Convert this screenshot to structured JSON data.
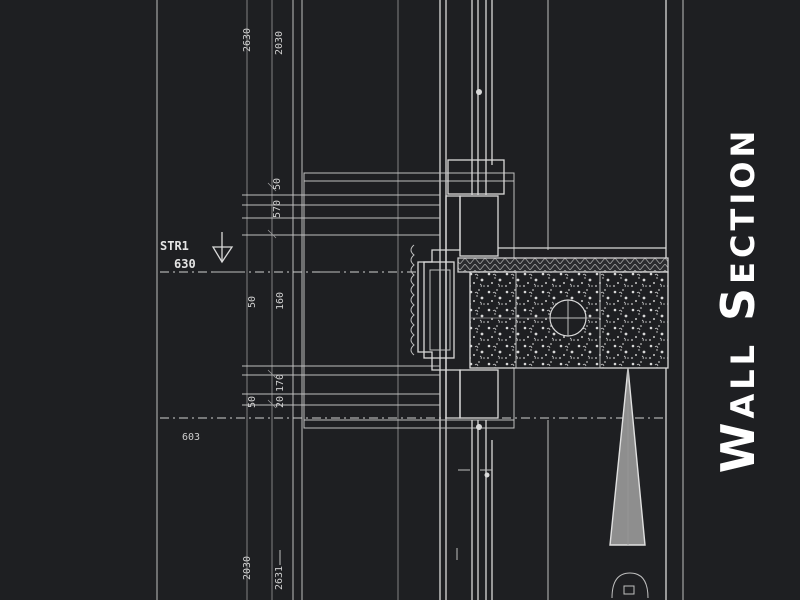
{
  "title": "Wall Section",
  "level_marker": {
    "tag": "STR1",
    "elevation": "630"
  },
  "dimension_labels": {
    "top_left": "2630",
    "top_right": "2030",
    "upper_a": "570",
    "upper_b": "50",
    "middle_a": "50",
    "middle_b": "160",
    "lower_a": "170",
    "lower_b": "20",
    "lower_c": "50",
    "left_offset": "603",
    "bottom_left": "2030",
    "bottom_right": "2631"
  },
  "colors": {
    "background": "#1e1f22",
    "linework": "#d9d9d9",
    "title": "#ffffff"
  }
}
